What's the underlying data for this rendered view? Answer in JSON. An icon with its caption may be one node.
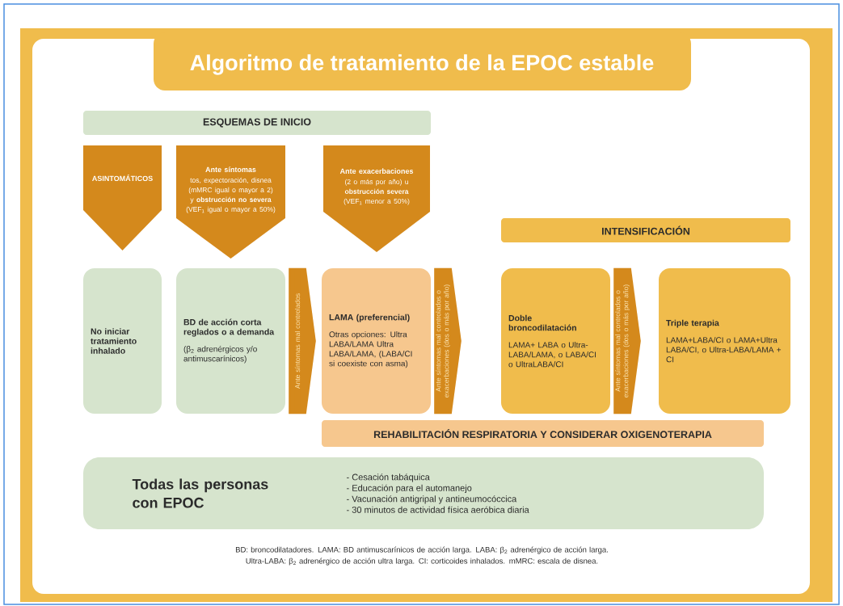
{
  "diagram": {
    "title": "Algoritmo de tratamiento de la EPOC estable",
    "nodes": [
      {
        "text": [
          "ESQUEMAS DE INICIO"
        ]
      },
      {
        "text": [
          "ASINTOMÁTICOS"
        ]
      },
      {
        "text": [
          "Ante síntomas",
          "tos, expectoración, disnea (mMRC igual o mayor a 2) y **obstrucción no severa** (VEF$_{1}$ igual o mayor a 50%)"
        ]
      },
      {
        "text": [
          "Ante exacerbaciones",
          "(2 o más por año) u **obstrucción severa** (VEF$_{1}$ menor a 50%)"
        ]
      },
      {
        "text": [
          "INTENSIFICACIÓN"
        ]
      },
      {
        "text": [
          "No iniciar tratamiento inhalado"
        ]
      },
      {
        "text": [
          "BD de acción corta reglados o a demanda",
          "(β$_{2}$ adrenérgicos y/o antimuscarínicos)"
        ]
      },
      {
        "text": [
          "LAMA (preferencial)",
          "Otras opciones: Ultra LABA/LAMA Ultra LABA/LAMA, (LABA/CI si coexiste con asma)"
        ]
      },
      {
        "text": [
          "Doble broncodilatación",
          "LAMA+ LABA o Ultra-LABA/LAMA, o LABA/CI o UltraLABA/CI"
        ]
      },
      {
        "text": [
          "Triple terapia",
          "LAMA+LABA/CI o LAMA+Ultra LABA/CI, o Ultra-LABA/LAMA + CI"
        ]
      },
      {
        "text": [
          "REHABILITACIÓN RESPIRATORIA Y CONSIDERAR OXIGENOTERAPIA"
        ]
      },
      {
        "text": [
          "Todas las personas con EPOC",
          "- Cesación tabáquica",
          "- Educación para el automanejo",
          "- Vacunación antigripal y antineumocóccica",
          "- 30 minutos de actividad física aeróbica diaria"
        ]
      }
    ],
    "edges": [
      {
        "from": 6,
        "to": 7,
        "arrow": "to",
        "label": "Ante síntomas mal controlados"
      },
      {
        "from": 7,
        "to": 8,
        "arrow": "to",
        "label": "Ante síntomas mal controlados o exacerbaciones (dos o más por año)"
      },
      {
        "from": 8,
        "to": 9,
        "arrow": "to",
        "label": "Ante síntomas mal controlados o exacerbaciones (dos o más por año)"
      }
    ],
    "caption": "BD: broncodilatadores. LAMA: BD antimuscarínicos de acción larga. LABA: β$_{2}$ adrenérgico de acción larga. Ultra-LABA: β$_{2}$ adrenérgico de acción ultra larga. CI: corticoides inhalados. mMRC: escala de disnea."
  }
}
